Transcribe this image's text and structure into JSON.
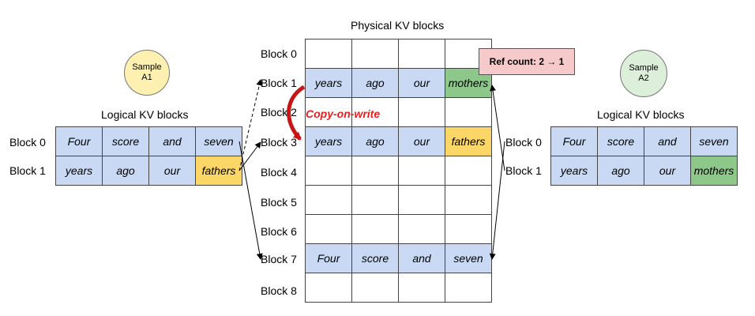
{
  "title": "Physical KV blocks",
  "physical": {
    "rows": [
      {
        "label": "Block 0",
        "cells": [
          "",
          "",
          "",
          ""
        ],
        "colors": [
          "white",
          "white",
          "white",
          "white"
        ]
      },
      {
        "label": "Block 1",
        "cells": [
          "years",
          "ago",
          "our",
          "mothers"
        ],
        "colors": [
          "blue",
          "blue",
          "blue",
          "green"
        ]
      },
      {
        "label": "Block 2",
        "cells": [
          "",
          "",
          "",
          ""
        ],
        "colors": [
          "white",
          "white",
          "white",
          "white"
        ]
      },
      {
        "label": "Block 3",
        "cells": [
          "years",
          "ago",
          "our",
          "fathers"
        ],
        "colors": [
          "blue",
          "blue",
          "blue",
          "yellow"
        ]
      },
      {
        "label": "Block 4",
        "cells": [
          "",
          "",
          "",
          ""
        ],
        "colors": [
          "white",
          "white",
          "white",
          "white"
        ]
      },
      {
        "label": "Block 5",
        "cells": [
          "",
          "",
          "",
          ""
        ],
        "colors": [
          "white",
          "white",
          "white",
          "white"
        ]
      },
      {
        "label": "Block 6",
        "cells": [
          "",
          "",
          "",
          ""
        ],
        "colors": [
          "white",
          "white",
          "white",
          "white"
        ]
      },
      {
        "label": "Block 7",
        "cells": [
          "Four",
          "score",
          "and",
          "seven"
        ],
        "colors": [
          "blue",
          "blue",
          "blue",
          "blue"
        ]
      },
      {
        "label": "Block 8",
        "cells": [
          "",
          "",
          "",
          ""
        ],
        "colors": [
          "white",
          "white",
          "white",
          "white"
        ]
      }
    ]
  },
  "sampleA1": {
    "name_line1": "Sample",
    "name_line2": "A1",
    "title": "Logical KV blocks",
    "rows": [
      {
        "label": "Block 0",
        "cells": [
          "Four",
          "score",
          "and",
          "seven"
        ],
        "colors": [
          "blue",
          "blue",
          "blue",
          "blue"
        ]
      },
      {
        "label": "Block 1",
        "cells": [
          "years",
          "ago",
          "our",
          "fathers"
        ],
        "colors": [
          "blue",
          "blue",
          "blue",
          "yellow"
        ]
      }
    ]
  },
  "sampleA2": {
    "name_line1": "Sample",
    "name_line2": "A2",
    "title": "Logical KV blocks",
    "rows": [
      {
        "label": "Block 0",
        "cells": [
          "Four",
          "score",
          "and",
          "seven"
        ],
        "colors": [
          "blue",
          "blue",
          "blue",
          "blue"
        ]
      },
      {
        "label": "Block 1",
        "cells": [
          "years",
          "ago",
          "our",
          "mothers"
        ],
        "colors": [
          "blue",
          "blue",
          "blue",
          "green"
        ]
      }
    ]
  },
  "ref_count": "Ref count: 2 → 1",
  "copy_on_write": "Copy-on-write",
  "colors": {
    "blue": "#c9d9f3",
    "yellow": "#fcd768",
    "green": "#8ec78a",
    "circle_a1": "#fdf0b0",
    "circle_a2": "#dcefd8",
    "ref_box": "#f6caca",
    "cow_text": "#e61e1e",
    "cow_arrow": "#c81414"
  }
}
